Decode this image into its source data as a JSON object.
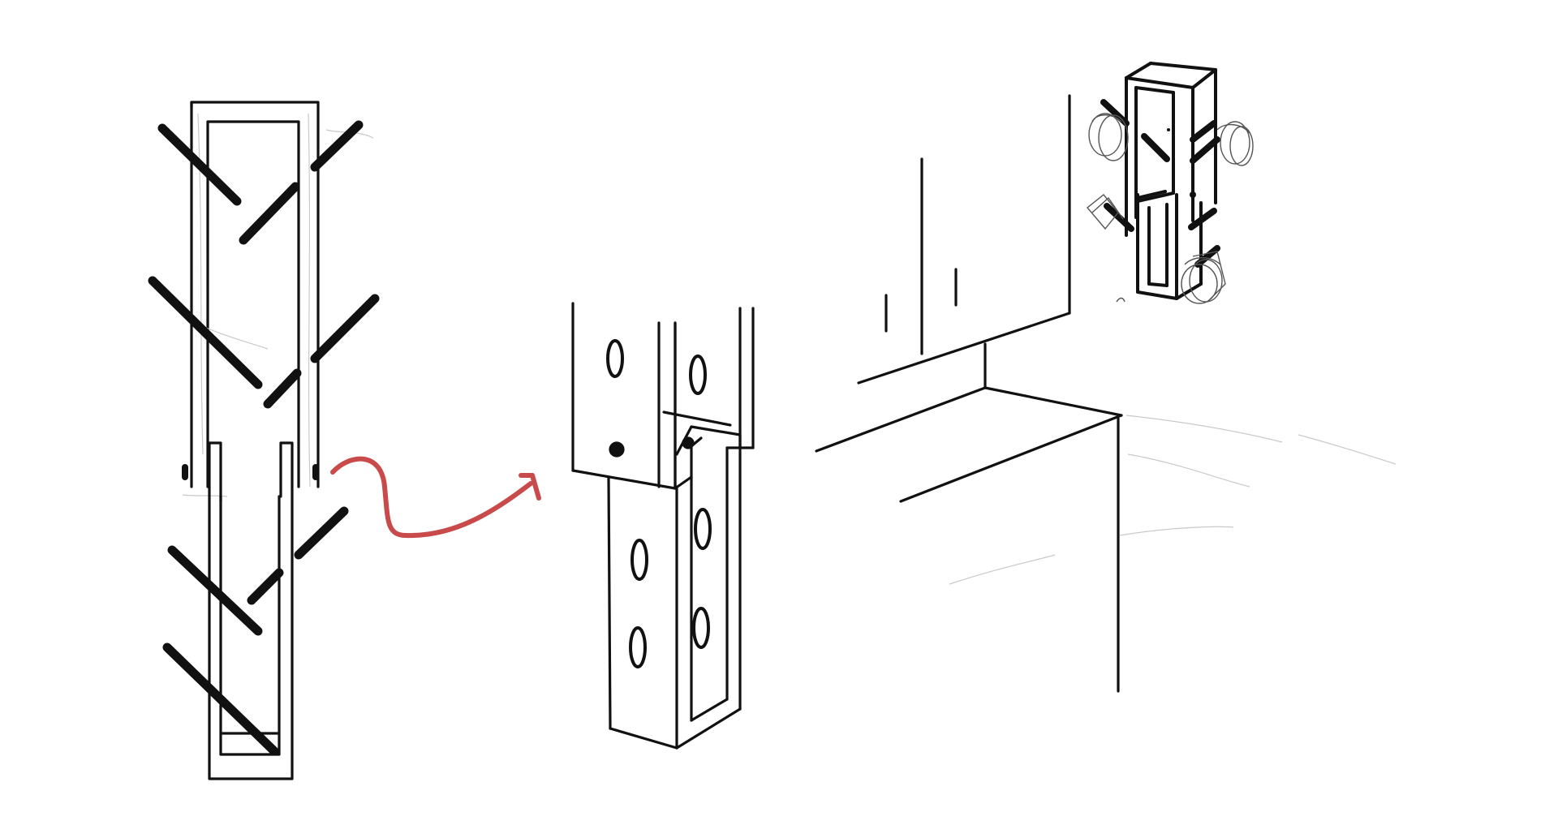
{
  "canvas": {
    "background": "#ffffff"
  },
  "colors": {
    "ink": "#111111",
    "arrow": "#c94a4a",
    "faint": "#c9c9c9"
  },
  "figures": [
    {
      "id": "fig-telescoping-rack-front",
      "description_icon": "telescoping-post-with-pegs-icon"
    },
    {
      "id": "fig-joint-detail",
      "description_icon": "post-joint-detail-icon"
    },
    {
      "id": "fig-wall-mounted-rack",
      "description_icon": "wall-mounted-rack-icon"
    }
  ],
  "connector": {
    "icon": "curved-arrow-icon",
    "color": "#c94a4a"
  }
}
